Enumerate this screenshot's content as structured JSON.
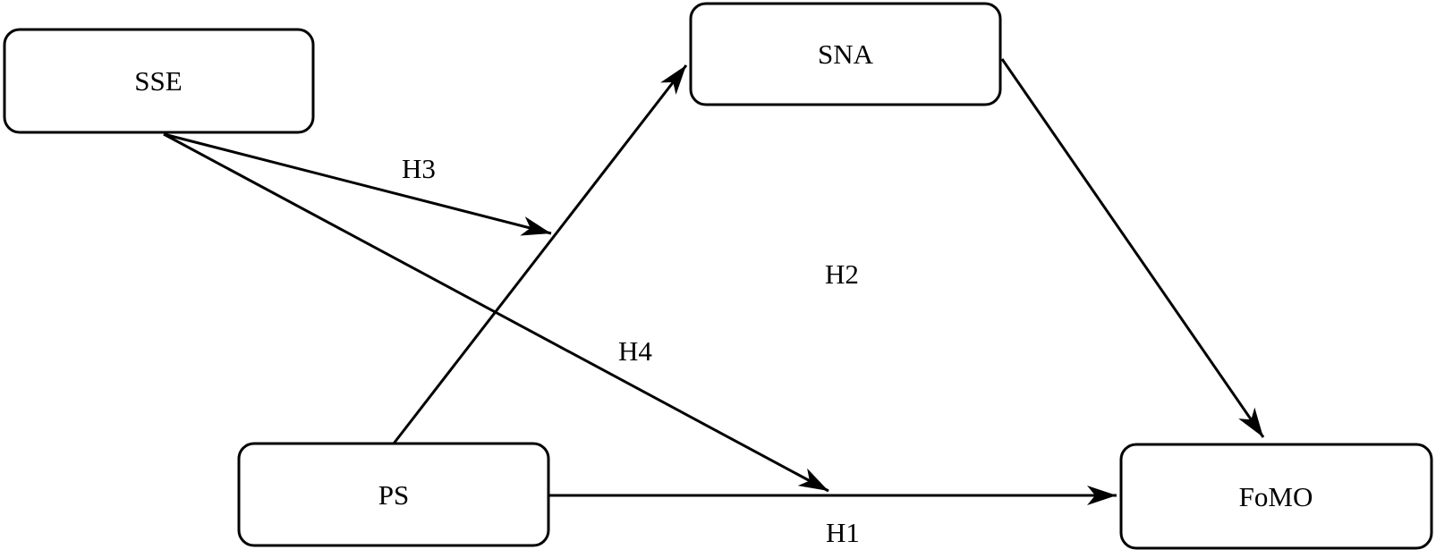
{
  "figure": {
    "type": "path-model-diagram",
    "background_color": "#ffffff",
    "line_color": "#000000",
    "box_fill_color": "#ffffff",
    "nodes": [
      {
        "id": "sse",
        "label": "SSE"
      },
      {
        "id": "sna",
        "label": "SNA"
      },
      {
        "id": "ps",
        "label": "PS"
      },
      {
        "id": "fomo",
        "label": "FoMO"
      }
    ],
    "edges": [
      {
        "id": "h1",
        "label": "H1",
        "from": "PS",
        "to": "FoMO"
      },
      {
        "id": "h2",
        "label": "H2",
        "from": "SNA",
        "to": "FoMO"
      },
      {
        "id": "h3",
        "label": "H3",
        "from": "SSE",
        "to": "PS-SNA path"
      },
      {
        "id": "h4",
        "label": "H4",
        "from": "SSE",
        "to": "PS-FoMO path"
      },
      {
        "id": "ps-sna",
        "label": "",
        "from": "PS",
        "to": "SNA"
      }
    ]
  }
}
